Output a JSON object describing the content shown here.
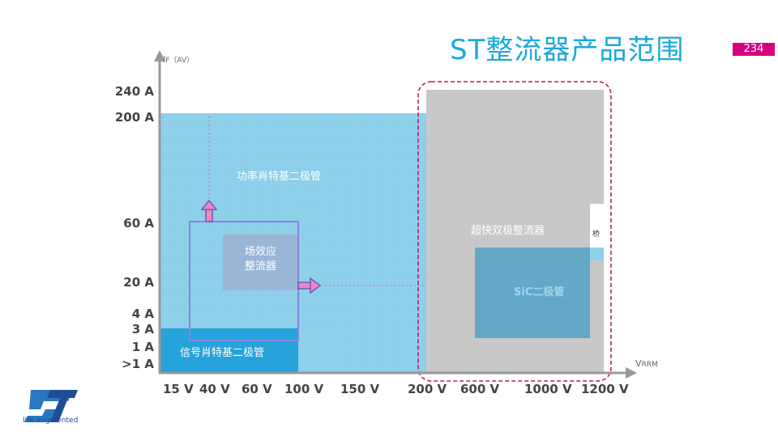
{
  "title": "ST整流器产品范围",
  "page_number": "234",
  "y_axis": {
    "label_main": "I",
    "label_sub": "F（AV）",
    "ticks": [
      "240 A",
      "200 A",
      "60 A",
      "20 A",
      "4 A",
      "3 A",
      "1 A",
      ">1 A"
    ]
  },
  "x_axis": {
    "label_main": "V",
    "label_sub": "RRM",
    "ticks": [
      "15 V",
      "40 V",
      "60 V",
      "100 V",
      "150 V",
      "200 V",
      "600 V",
      "1000 V",
      "1200 V"
    ]
  },
  "regions": {
    "schottky_power": "功率肖特基二极管",
    "mosfet_line1": "场效应",
    "mosfet_line2": "整流器",
    "signal_schottky": "信号肖特基二极管",
    "ultrafast": "超快双极整流器",
    "bridge": "桥",
    "sic": "SiC二极管"
  },
  "logo": {
    "tagline": "life.augmented"
  },
  "colors": {
    "title": "#1aa9d8",
    "page_badge": "#d6007e",
    "schottky_area": "#8fd0ea",
    "signal_area": "#26a3db",
    "bipolar_area": "#c9c9c9",
    "sic_area": "#64a8c8",
    "highlight_dash": "#c0176c",
    "arrow": "#ef86c0"
  }
}
